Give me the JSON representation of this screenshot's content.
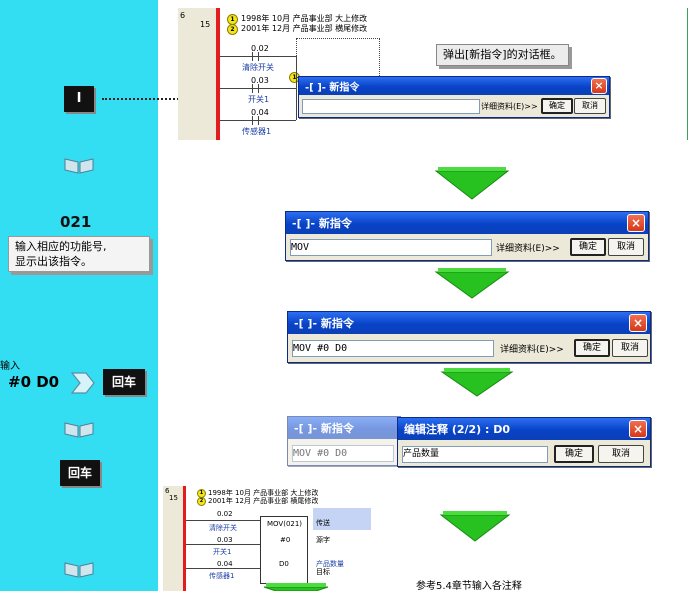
{
  "sidebar": {
    "key_I": "I",
    "function_code": "021",
    "note_lines": [
      "输入相应的功能号,",
      "显示出该指令。"
    ],
    "input_label": "输入",
    "input_value": "#0 D0",
    "enter_label_1": "回车",
    "enter_label_2": "回车"
  },
  "ladder_top": {
    "row_index": "6",
    "step": "15",
    "comment_1": "1998年 10月 产品事业部  大上修改",
    "comment_2": "2001年 12月 产品事业部  横尾修改",
    "contact_1_addr": "0.02",
    "contact_1_name": "清除开关",
    "contact_2_addr": "0.03",
    "contact_2_name": "开关1",
    "contact_3_addr": "0.04",
    "contact_3_name": "传感器1"
  },
  "callout_top": "弹出[新指令]的对话框。",
  "dialogs": {
    "d1": {
      "title": "-[ ]- 新指令",
      "value": "",
      "details": "详细资料(E)>>",
      "ok": "确定",
      "cancel": "取消",
      "close": "×"
    },
    "d2": {
      "title": "-[ ]- 新指令",
      "value": "MOV",
      "details": "详细资料(E)>>",
      "ok": "确定",
      "cancel": "取消",
      "close": "×"
    },
    "d3": {
      "title": "-[ ]- 新指令",
      "value": "MOV #0 D0",
      "details": "详细资料(E)>>",
      "ok": "确定",
      "cancel": "取消",
      "close": "×"
    },
    "d4_back": {
      "title": "-[ ]- 新指令",
      "value": "MOV #0 D0"
    },
    "d4": {
      "title": "编辑注释 (2/2) : D0",
      "value": "产品数量",
      "ok": "确定",
      "cancel": "取消",
      "close": "×"
    }
  },
  "ladder_bottom": {
    "row_index": "6",
    "step": "15",
    "comment_1": "1998年 10月 产品事业部  大上修改",
    "comment_2": "2001年 12月 产品事业部  横尾修改",
    "contact_1_addr": "0.02",
    "contact_1_name": "清除开关",
    "contact_2_addr": "0.03",
    "contact_2_name": "开关1",
    "contact_3_addr": "0.04",
    "contact_3_name": "传感器1",
    "instr": "MOV(021)",
    "op1": "#0",
    "op2": "D0",
    "op1_note": "传送",
    "op1_note2": "源字",
    "op2_note": "产品数量",
    "op2_note2": "目标"
  },
  "footer_note": "参考5.4章节输入各注释",
  "colors": {
    "sidebar": "#33ddf2",
    "arrow": "#27c21f",
    "title_bar": "#0843c8",
    "rail": "#e21d1d"
  }
}
